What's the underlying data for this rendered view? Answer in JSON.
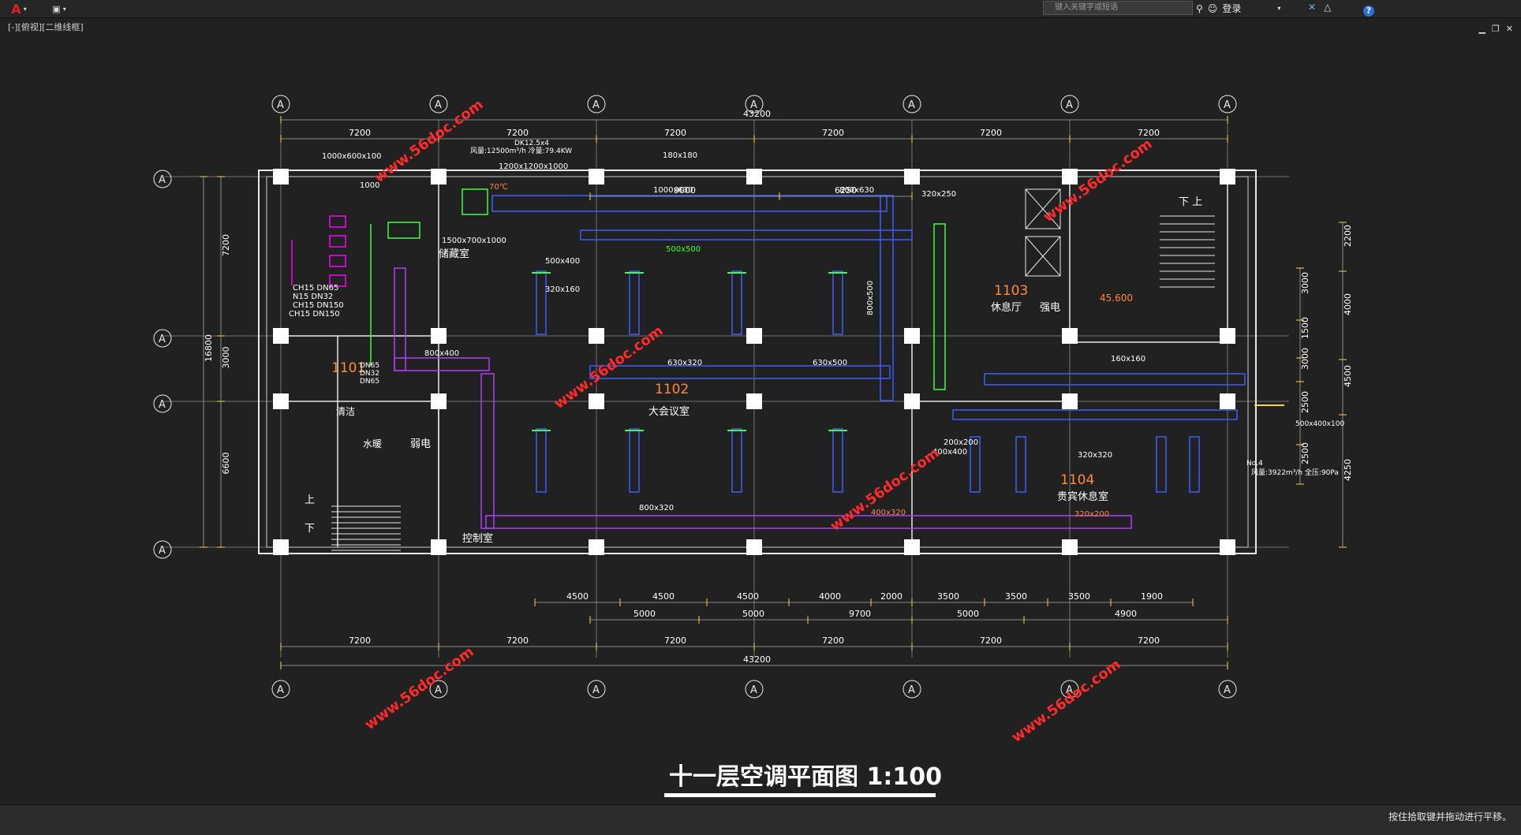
{
  "toolbar": {
    "app_logo_letter": "A",
    "search_placeholder": "键入关键字或短语",
    "login_label": "登录",
    "help_label": "?"
  },
  "viewport": {
    "label": "[-][俯视][二维线框]"
  },
  "status": {
    "hint": "按住拾取键并拖动进行平移。"
  },
  "drawing": {
    "title": "十一层空调平面图 1:100",
    "axis_bubble_label": "A",
    "overall_width_dim": "43200",
    "bay_dim": "7200",
    "left_total_dim": "16800",
    "left_dims": [
      "7200",
      "3000",
      "6600"
    ],
    "top_sub_dims": [
      "9000",
      "6250"
    ],
    "bottom_row1_dims": [
      "4500",
      "4500",
      "4500",
      "4000",
      "2000",
      "3500",
      "3500",
      "3500",
      "1900"
    ],
    "bottom_row2_dims": [
      "5000",
      "5000",
      "9700",
      "5000",
      "4900"
    ],
    "right_dims": [
      "2200",
      "4000",
      "4500",
      "4250",
      "3000",
      "1500",
      "3000",
      "2500",
      "2500"
    ],
    "rooms": [
      {
        "id": "1101",
        "name": "储藏室"
      },
      {
        "id": "1102",
        "name": "大会议室"
      },
      {
        "id": "1103",
        "name": "休息厅"
      },
      {
        "id": "1104",
        "name": "贵宾休息室"
      }
    ],
    "other_rooms": [
      "强电",
      "弱电",
      "清洁",
      "水暖",
      "控制室"
    ],
    "stair_labels": [
      "上",
      "下",
      "下 上"
    ],
    "pipe_labels": [
      "CH15 DN65",
      "N15 DN32",
      "CH15 DN150",
      "CH15 DN150",
      "DN65",
      "DN32",
      "DN65"
    ],
    "duct_labels": [
      "1000x600x100",
      "1000",
      "1200x1200x1000",
      "1500x700x1000",
      "1000x630",
      "800x630",
      "320x250",
      "500x400",
      "500x500",
      "800x500",
      "630x320",
      "630x500",
      "320x160",
      "160x160",
      "320x320",
      "800x400",
      "800x320",
      "400x320",
      "320x200",
      "500x400x100",
      "400x400",
      "200x200",
      "180x180"
    ],
    "equip_labels": [
      "风量:12500m³/h 冷量:79.4KW",
      "DK12.5x4",
      "70℃",
      "No.4",
      "风量:3922m³/h 全压:90Pa",
      "45.600"
    ],
    "watermark": "www.56doc.com"
  }
}
